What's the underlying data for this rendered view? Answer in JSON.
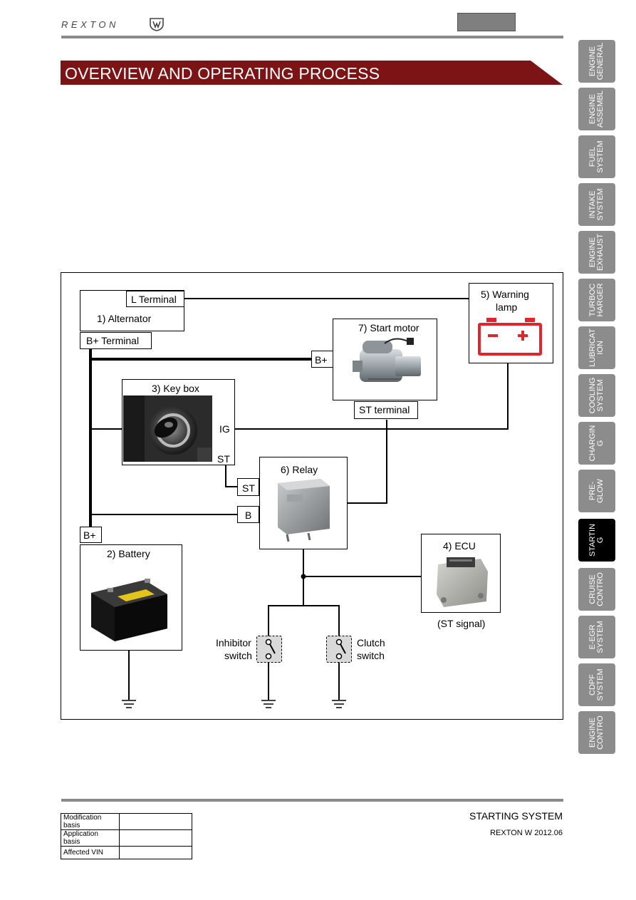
{
  "header": {
    "logo_text": "REXTON"
  },
  "banner": {
    "title": "OVERVIEW AND OPERATING PROCESS"
  },
  "side_tabs": [
    {
      "label": "ENGINE\nGENERAL",
      "active": false
    },
    {
      "label": "ENGINE\nASSEMBL",
      "active": false
    },
    {
      "label": "FUEL\nSYSTEM",
      "active": false
    },
    {
      "label": "INTAKE\nSYSTEM",
      "active": false
    },
    {
      "label": "ENGINE\nEXHAUST",
      "active": false
    },
    {
      "label": "TURBOC\nHARGER",
      "active": false
    },
    {
      "label": "LUBRICAT\nION",
      "active": false
    },
    {
      "label": "COOLING\nSYSTEM",
      "active": false
    },
    {
      "label": "CHARGIN\nG",
      "active": false
    },
    {
      "label": "PRE-\nGLOW",
      "active": false
    },
    {
      "label": "STARTIN\nG",
      "active": true
    },
    {
      "label": "CRUISE\nCONTRO",
      "active": false
    },
    {
      "label": "E-EGR\nSYSTEM",
      "active": false
    },
    {
      "label": "CDPF\nSYSTEM",
      "active": false
    },
    {
      "label": "ENGINE\nCONTRO",
      "active": false
    }
  ],
  "diagram": {
    "l_terminal": "L Terminal",
    "alternator": "1) Alternator",
    "b_plus_terminal": "B+ Terminal",
    "battery": "2) Battery",
    "battery_b_plus": "B+",
    "key_box": "3) Key box",
    "ig": "IG",
    "st_key": "ST",
    "ecu": "4) ECU",
    "st_signal": "(ST signal)",
    "warning_lamp_line1": "5) Warning",
    "warning_lamp_line2": "lamp",
    "relay": "6) Relay",
    "relay_st": "ST",
    "relay_b": "B",
    "start_motor": "7) Start motor",
    "motor_b_plus": "B+",
    "st_terminal": "ST terminal",
    "inhibitor_line1": "Inhibitor",
    "inhibitor_line2": "switch",
    "clutch_line1": "Clutch",
    "clutch_line2": "switch",
    "lamp_minus": "−",
    "lamp_plus": "+",
    "colors": {
      "lamp_red": "#e0262d",
      "banner": "#7c1416"
    }
  },
  "footer": {
    "rows": [
      {
        "key": "Modification basis",
        "value": ""
      },
      {
        "key": "Application basis",
        "value": ""
      },
      {
        "key": "Affected VIN",
        "value": ""
      }
    ],
    "section_title": "STARTING SYSTEM",
    "model_date": "REXTON W 2012.06"
  }
}
